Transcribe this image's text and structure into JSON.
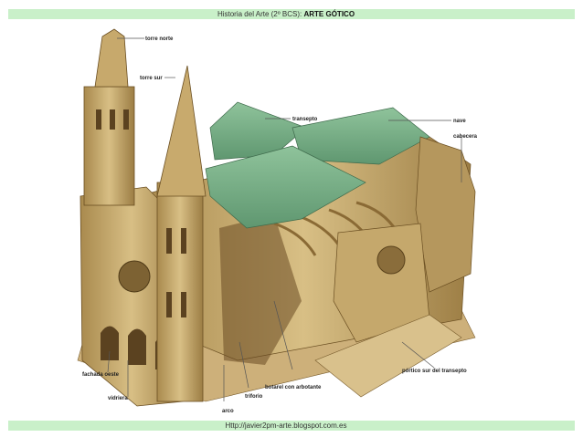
{
  "header": {
    "subject": "Historia del Arte (2º BCS):",
    "topic": "ARTE GÓTICO"
  },
  "footer": {
    "url": "Http://javier2pm-arte.blogspot.com.es"
  },
  "labels": {
    "torre_norte": "torre norte",
    "torre_sur": "torre sur",
    "transepto": "transepto",
    "nave": "nave",
    "cabecera": "cabecera",
    "fachada_oeste": "fachada oeste",
    "vidriera": "vidriera",
    "arco": "arco",
    "triforio": "triforio",
    "botarel": "botarel con arbotante",
    "portico": "pórtico sur del transepto"
  },
  "colors": {
    "header_bar": "#c9f0c9",
    "roof": "#7fb089",
    "stone": "#c9ad6e"
  }
}
